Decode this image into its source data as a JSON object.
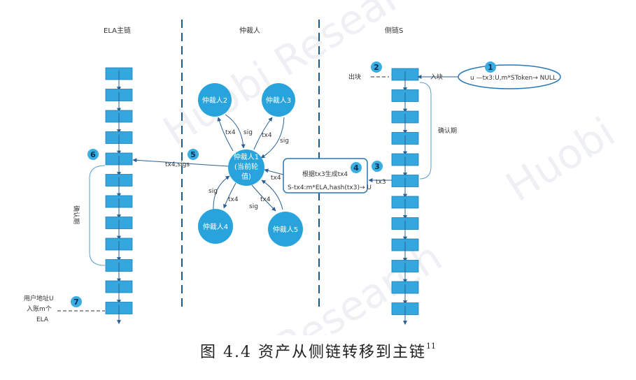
{
  "lanes": {
    "main_chain": "ELA主链",
    "arbiters": "仲裁人",
    "side_chain": "侧链S"
  },
  "arbiters": {
    "a1": [
      "仲裁人1",
      "(当前轮",
      "值)"
    ],
    "a2": "仲裁人2",
    "a3": "仲裁人3",
    "a4": "仲裁人4",
    "a5": "仲裁人5"
  },
  "edge_labels": {
    "tx4": "tx4",
    "sig": "sig",
    "tx4_sigs": "tx4,sigs",
    "tx3": "tx3",
    "block_out": "出块",
    "block_in": "入块"
  },
  "input": {
    "label": "u  —tx3:U,m*SToken→ NULL"
  },
  "process": {
    "line1": "根据tx3生成tx4",
    "line2": "S-tx4:m*ELA,hash(tx3)→ U"
  },
  "confirm_label": "确认期",
  "user_address": [
    "用户地址U",
    "入账m个",
    "ELA"
  ],
  "badges": [
    "1",
    "2",
    "3",
    "4",
    "5",
    "6",
    "7"
  ],
  "caption": {
    "text": "图 4.4 资产从侧链转移到主链",
    "note": "11"
  },
  "watermark": [
    "Huobi Research",
    "Huobi",
    "Research"
  ],
  "colors": {
    "block": "#35a7df",
    "block_stroke": "#1e7fb5",
    "arbiter": "#29a3dc",
    "badge": "#3aaee3",
    "line": "#2a77b5",
    "dash": "#1d5b8c"
  }
}
